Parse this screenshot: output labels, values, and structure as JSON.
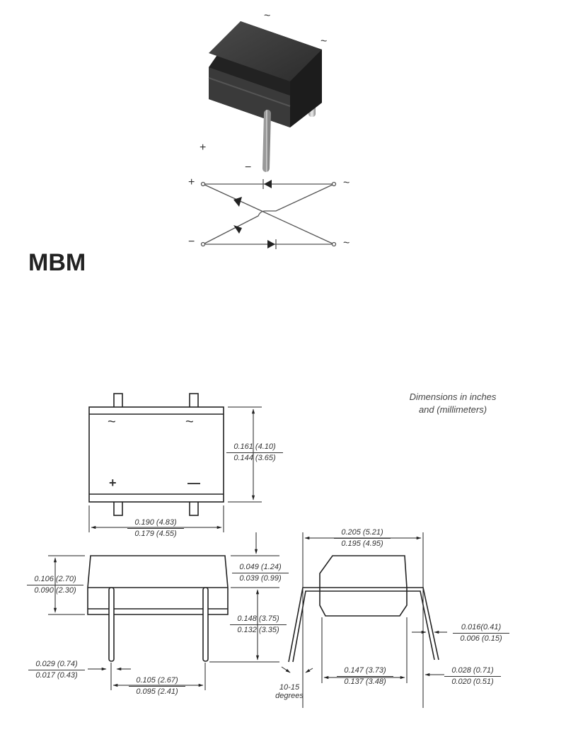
{
  "title": "MBM",
  "note": {
    "line1": "Dimensions in inches",
    "line2": "and (millimeters)"
  },
  "package_3d": {
    "pin_labels": {
      "plus": "+",
      "minus": "−",
      "ac1": "~",
      "ac2": "~"
    }
  },
  "schematic": {
    "labels": {
      "plus": "+",
      "minus": "−",
      "ac_top": "~",
      "ac_bottom": "~"
    }
  },
  "top_view": {
    "markings": {
      "ac_left": "~",
      "ac_right": "~",
      "plus": "+",
      "minus": "—"
    },
    "height": {
      "max": "0.161 (4.10)",
      "min": "0.144 (3.65)"
    },
    "width": {
      "max": "0.190 (4.83)",
      "min": "0.179 (4.55)"
    }
  },
  "side_view": {
    "body_height": {
      "max": "0.106 (2.70)",
      "min": "0.090 (2.30)"
    },
    "standoff": {
      "max": "0.049 (1.24)",
      "min": "0.039 (0.99)"
    },
    "lead_length": {
      "max": "0.148 (3.75)",
      "min": "0.132 (3.35)"
    },
    "lead_width": {
      "max": "0.029 (0.74)",
      "min": "0.017 (0.43)"
    },
    "lead_pitch": {
      "max": "0.105 (2.67)",
      "min": "0.095 (2.41)"
    }
  },
  "end_view": {
    "overall_width": {
      "max": "0.205 (5.21)",
      "min": "0.195 (4.95)"
    },
    "lead_thickness": {
      "max": "0.016(0.41)",
      "min": "0.006 (0.15)"
    },
    "inner_span": {
      "max": "0.147 (3.73)",
      "min": "0.137 (3.48)"
    },
    "foot_offset": {
      "max": "0.028 (0.71)",
      "min": "0.020 (0.51)"
    },
    "angle": {
      "line1": "10-15",
      "line2": "degrees"
    }
  }
}
